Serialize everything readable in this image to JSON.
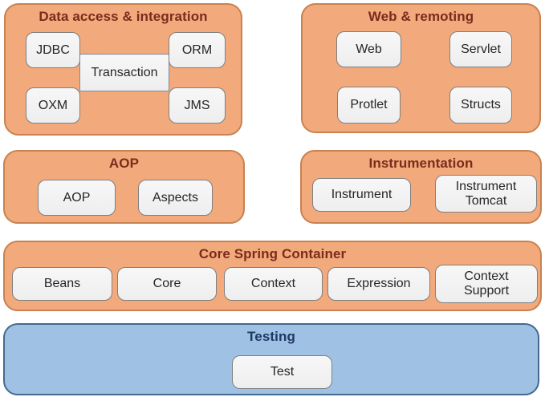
{
  "colors": {
    "panel_orange_fill": "#F2A97B",
    "panel_orange_border": "#C8824F",
    "panel_orange_title": "#7A2C1D",
    "panel_blue_fill": "#9FC2E4",
    "panel_blue_border": "#44688F",
    "panel_blue_title": "#1F3864",
    "module_fill": "#F2F2F2",
    "module_border": "#7F7F7F",
    "module_flat_border": "#848A94",
    "module_text": "#262626"
  },
  "panels": {
    "data_access": {
      "title": "Data access & integration",
      "modules": {
        "jdbc": "JDBC",
        "transaction": "Transaction",
        "orm": "ORM",
        "oxm": "OXM",
        "jms": "JMS"
      }
    },
    "web_remoting": {
      "title": "Web & remoting",
      "modules": {
        "web": "Web",
        "servlet": "Servlet",
        "protlet": "Protlet",
        "structs": "Structs"
      }
    },
    "aop": {
      "title": "AOP",
      "modules": {
        "aop": "AOP",
        "aspects": "Aspects"
      }
    },
    "instrumentation": {
      "title": "Instrumentation",
      "modules": {
        "instrument": "Instrument",
        "instrument_tomcat": "Instrument\nTomcat"
      }
    },
    "core": {
      "title": "Core Spring Container",
      "modules": {
        "beans": "Beans",
        "core": "Core",
        "context": "Context",
        "expression": "Expression",
        "context_support": "Context\nSupport"
      }
    },
    "testing": {
      "title": "Testing",
      "modules": {
        "test": "Test"
      }
    }
  }
}
